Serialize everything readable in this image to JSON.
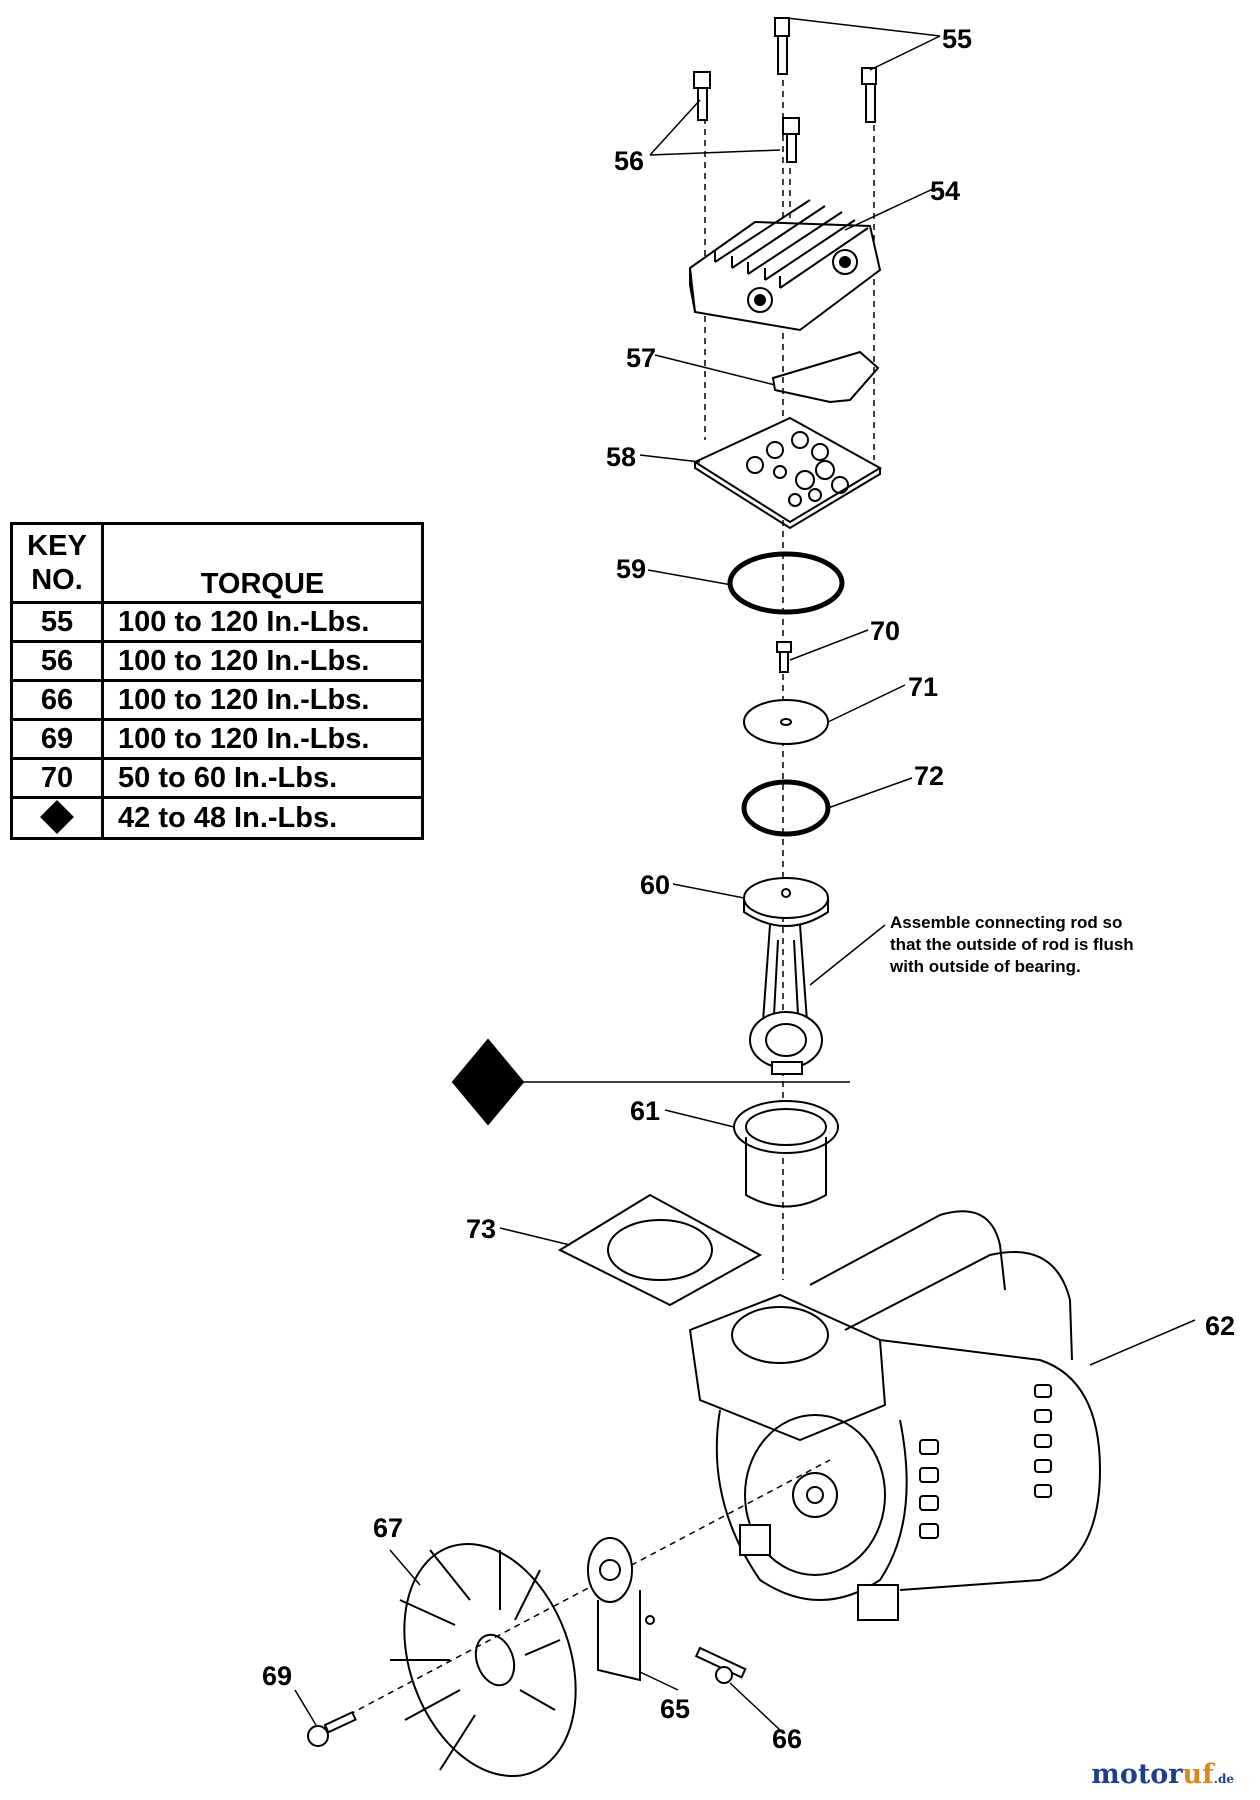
{
  "callouts": {
    "c54": "54",
    "c55": "55",
    "c56": "56",
    "c57": "57",
    "c58": "58",
    "c59": "59",
    "c60": "60",
    "c61": "61",
    "c62": "62",
    "c65": "65",
    "c66": "66",
    "c67": "67",
    "c69": "69",
    "c70": "70",
    "c71": "71",
    "c72": "72",
    "c73": "73"
  },
  "note": {
    "line1": "Assemble connecting rod so",
    "line2": "that the outside of rod is flush",
    "line3": "with outside of bearing."
  },
  "torque_table": {
    "header_key_line1": "KEY",
    "header_key_line2": "NO.",
    "header_torque": "TORQUE",
    "rows": [
      {
        "key": "55",
        "torque": "100 to 120 In.-Lbs."
      },
      {
        "key": "56",
        "torque": "100 to 120 In.-Lbs."
      },
      {
        "key": "66",
        "torque": "100 to 120 In.-Lbs."
      },
      {
        "key": "69",
        "torque": "100 to 120 In.-Lbs."
      },
      {
        "key": "70",
        "torque": "50 to 60 In.-Lbs."
      },
      {
        "key": "",
        "symbol": "diamond-icon",
        "torque": "42 to 48 In.-Lbs."
      }
    ]
  },
  "watermark": {
    "main": "motor",
    "accent": "uf",
    "tld": ".de"
  }
}
